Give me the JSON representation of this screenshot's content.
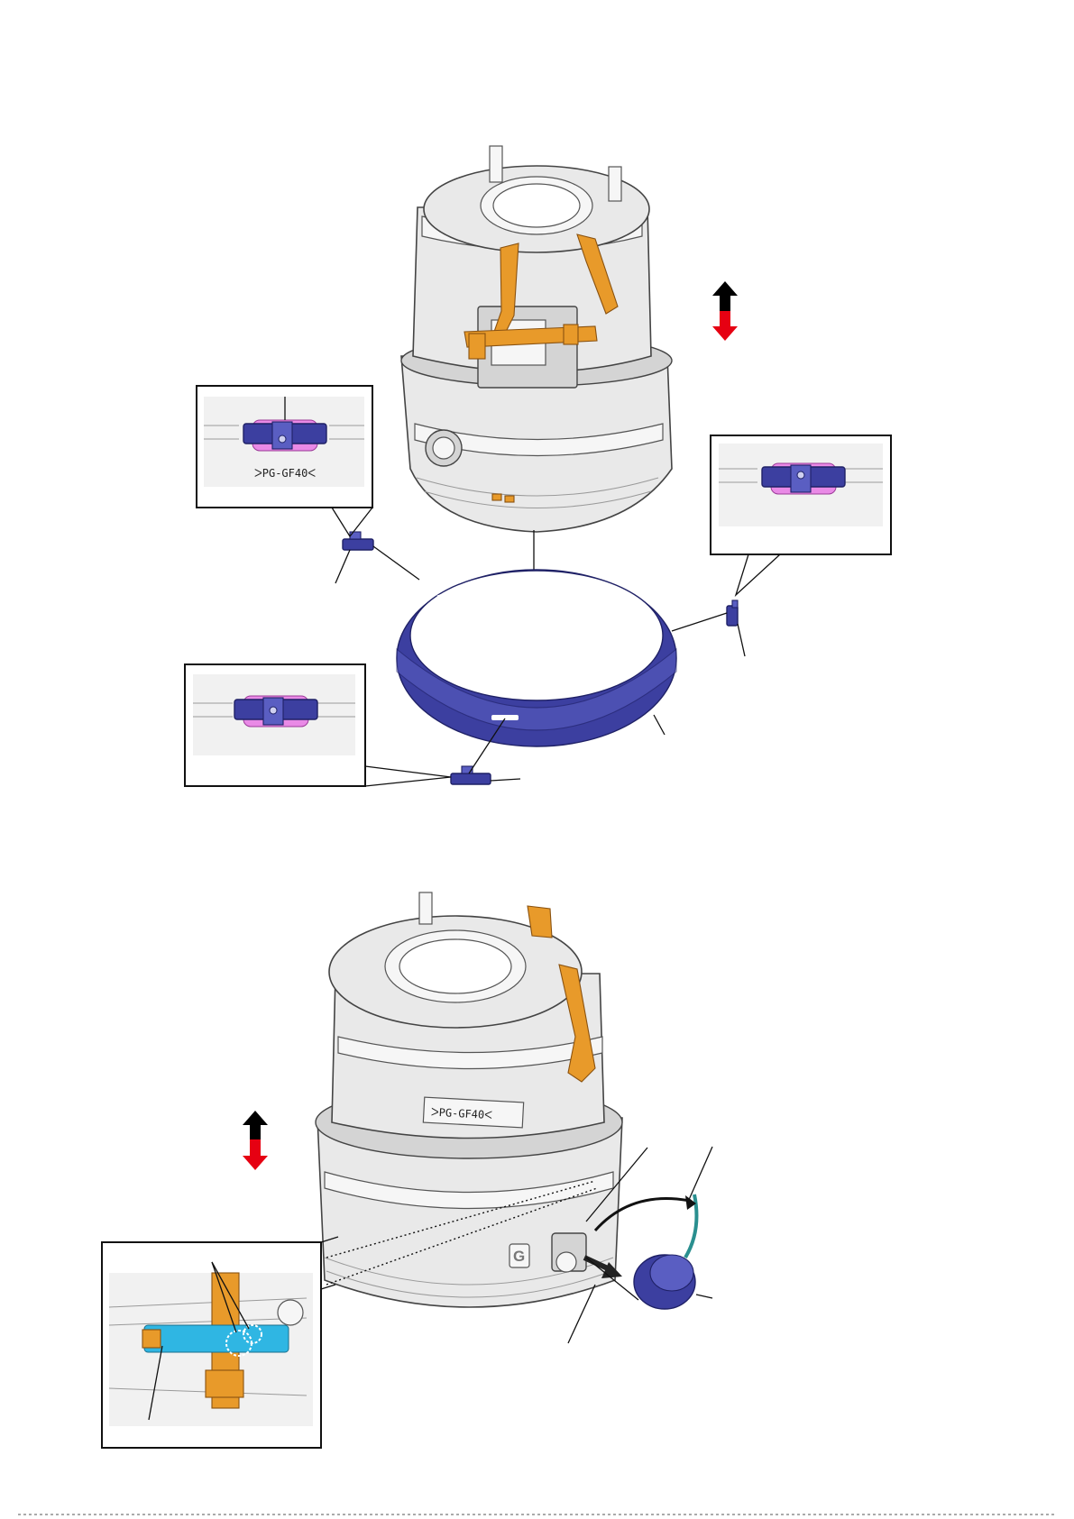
{
  "insets": {
    "top_left_marking": "ᐳPG-GF40ᐸ",
    "bottom_barrel_marking": "ᐳPG-GF40ᐸ",
    "lens_logo": "G"
  },
  "arrows": {
    "up_color": "#000000",
    "down_color": "#e60012"
  },
  "colors": {
    "flexible_board": "#e89a2a",
    "blue_parts": "#3c3fa0",
    "pink_highlight": "#e98ae6",
    "cyan_highlight": "#2fb6e3"
  }
}
